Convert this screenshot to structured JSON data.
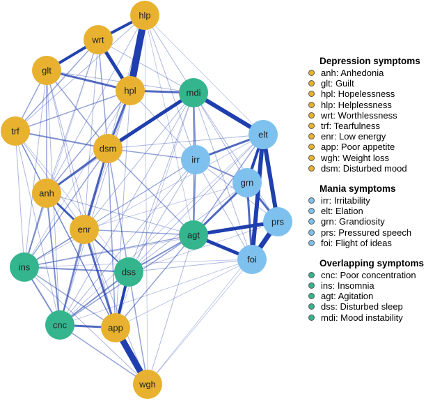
{
  "colors": {
    "depression": "#E8B230",
    "mania": "#7EC1EE",
    "overlapping": "#35B58D",
    "edge": "#1F3FAE"
  },
  "nodes": [
    {
      "id": "hlp",
      "group": "depression"
    },
    {
      "id": "wrt",
      "group": "depression"
    },
    {
      "id": "glt",
      "group": "depression"
    },
    {
      "id": "hpl",
      "group": "depression"
    },
    {
      "id": "trf",
      "group": "depression"
    },
    {
      "id": "dsm",
      "group": "depression"
    },
    {
      "id": "anh",
      "group": "depression"
    },
    {
      "id": "enr",
      "group": "depression"
    },
    {
      "id": "app",
      "group": "depression"
    },
    {
      "id": "wgh",
      "group": "depression"
    },
    {
      "id": "mdi",
      "group": "overlapping"
    },
    {
      "id": "agt",
      "group": "overlapping"
    },
    {
      "id": "ins",
      "group": "overlapping"
    },
    {
      "id": "dss",
      "group": "overlapping"
    },
    {
      "id": "cnc",
      "group": "overlapping"
    },
    {
      "id": "elt",
      "group": "mania"
    },
    {
      "id": "irr",
      "group": "mania"
    },
    {
      "id": "grn",
      "group": "mania"
    },
    {
      "id": "prs",
      "group": "mania"
    },
    {
      "id": "foi",
      "group": "mania"
    }
  ],
  "edges": [
    [
      "hlp",
      "hpl",
      10
    ],
    [
      "hlp",
      "wrt",
      4
    ],
    [
      "wrt",
      "hpl",
      5
    ],
    [
      "wrt",
      "glt",
      4
    ],
    [
      "glt",
      "hpl",
      3
    ],
    [
      "hpl",
      "mdi",
      3
    ],
    [
      "hpl",
      "dsm",
      3
    ],
    [
      "dsm",
      "mdi",
      5
    ],
    [
      "dsm",
      "anh",
      3
    ],
    [
      "dsm",
      "enr",
      3
    ],
    [
      "dsm",
      "trf",
      2
    ],
    [
      "anh",
      "enr",
      3
    ],
    [
      "anh",
      "ins",
      2
    ],
    [
      "enr",
      "app",
      3
    ],
    [
      "enr",
      "dss",
      2
    ],
    [
      "app",
      "wgh",
      9
    ],
    [
      "app",
      "dss",
      4
    ],
    [
      "cnc",
      "app",
      3
    ],
    [
      "cnc",
      "dss",
      2
    ],
    [
      "ins",
      "cnc",
      2
    ],
    [
      "ins",
      "dss",
      2
    ],
    [
      "mdi",
      "elt",
      6
    ],
    [
      "mdi",
      "irr",
      2
    ],
    [
      "irr",
      "elt",
      3
    ],
    [
      "irr",
      "agt",
      2
    ],
    [
      "irr",
      "grn",
      2
    ],
    [
      "agt",
      "prs",
      5
    ],
    [
      "agt",
      "foi",
      5
    ],
    [
      "agt",
      "grn",
      3
    ],
    [
      "elt",
      "grn",
      4
    ],
    [
      "elt",
      "prs",
      6
    ],
    [
      "elt",
      "foi",
      6
    ],
    [
      "grn",
      "foi",
      3
    ],
    [
      "prs",
      "foi",
      7
    ],
    [
      "grn",
      "prs",
      3
    ],
    [
      "agt",
      "dss",
      2
    ],
    [
      "dss",
      "app",
      2
    ],
    [
      "agt",
      "app",
      1.5
    ],
    [
      "mdi",
      "agt",
      1.5
    ],
    [
      "irr",
      "dsm",
      1.5
    ],
    [
      "hlp",
      "mdi",
      1
    ],
    [
      "hlp",
      "dsm",
      1
    ],
    [
      "hlp",
      "trf",
      1
    ],
    [
      "hlp",
      "glt",
      1
    ],
    [
      "hlp",
      "anh",
      1
    ],
    [
      "hlp",
      "irr",
      1
    ],
    [
      "hlp",
      "elt",
      0.8
    ],
    [
      "hlp",
      "agt",
      0.8
    ],
    [
      "wrt",
      "trf",
      1.5
    ],
    [
      "wrt",
      "dsm",
      1.5
    ],
    [
      "wrt",
      "mdi",
      1
    ],
    [
      "wrt",
      "anh",
      1
    ],
    [
      "wrt",
      "enr",
      1
    ],
    [
      "wrt",
      "ins",
      0.8
    ],
    [
      "glt",
      "trf",
      1.5
    ],
    [
      "glt",
      "dsm",
      1.5
    ],
    [
      "glt",
      "anh",
      1.5
    ],
    [
      "glt",
      "enr",
      1
    ],
    [
      "glt",
      "mdi",
      1
    ],
    [
      "glt",
      "ins",
      1
    ],
    [
      "glt",
      "cnc",
      1
    ],
    [
      "hpl",
      "trf",
      1.5
    ],
    [
      "hpl",
      "anh",
      1.5
    ],
    [
      "hpl",
      "enr",
      1
    ],
    [
      "hpl",
      "irr",
      1
    ],
    [
      "hpl",
      "ins",
      0.8
    ],
    [
      "hpl",
      "cnc",
      1
    ],
    [
      "trf",
      "anh",
      1.5
    ],
    [
      "trf",
      "enr",
      1
    ],
    [
      "trf",
      "ins",
      1
    ],
    [
      "trf",
      "cnc",
      1
    ],
    [
      "trf",
      "dss",
      0.8
    ],
    [
      "trf",
      "app",
      1
    ],
    [
      "dsm",
      "ins",
      1.5
    ],
    [
      "dsm",
      "cnc",
      1.5
    ],
    [
      "dsm",
      "dss",
      1.5
    ],
    [
      "dsm",
      "app",
      1.5
    ],
    [
      "dsm",
      "agt",
      1.5
    ],
    [
      "anh",
      "cnc",
      2
    ],
    [
      "anh",
      "dss",
      1.5
    ],
    [
      "anh",
      "app",
      1.5
    ],
    [
      "anh",
      "agt",
      1
    ],
    [
      "anh",
      "mdi",
      1
    ],
    [
      "enr",
      "ins",
      1.5
    ],
    [
      "enr",
      "cnc",
      2
    ],
    [
      "enr",
      "agt",
      1.5
    ],
    [
      "enr",
      "wgh",
      1
    ],
    [
      "enr",
      "mdi",
      1
    ],
    [
      "ins",
      "app",
      1.5
    ],
    [
      "ins",
      "wgh",
      1
    ],
    [
      "cnc",
      "wgh",
      1.5
    ],
    [
      "dss",
      "wgh",
      1.5
    ],
    [
      "mdi",
      "grn",
      1
    ],
    [
      "mdi",
      "foi",
      1
    ],
    [
      "mdi",
      "prs",
      1
    ],
    [
      "mdi",
      "cnc",
      1
    ],
    [
      "mdi",
      "dss",
      1
    ],
    [
      "mdi",
      "app",
      0.8
    ],
    [
      "irr",
      "foi",
      1
    ],
    [
      "irr",
      "prs",
      1
    ],
    [
      "irr",
      "cnc",
      1
    ],
    [
      "irr",
      "dss",
      1
    ],
    [
      "irr",
      "enr",
      1
    ],
    [
      "irr",
      "ins",
      0.8
    ],
    [
      "agt",
      "ins",
      1.5
    ],
    [
      "agt",
      "cnc",
      1.5
    ],
    [
      "agt",
      "wgh",
      1
    ],
    [
      "agt",
      "elt",
      1.5
    ],
    [
      "dss",
      "foi",
      1
    ],
    [
      "dss",
      "prs",
      0.8
    ],
    [
      "app",
      "foi",
      0.8
    ],
    [
      "cnc",
      "foi",
      0.8
    ],
    [
      "wgh",
      "foi",
      0.8
    ],
    [
      "wgh",
      "prs",
      0.8
    ],
    [
      "ins",
      "foi",
      0.8
    ],
    [
      "elt",
      "dsm",
      1
    ],
    [
      "elt",
      "dss",
      1
    ],
    [
      "elt",
      "cnc",
      0.8
    ],
    [
      "elt",
      "ins",
      0.8
    ],
    [
      "grn",
      "dss",
      1
    ],
    [
      "grn",
      "enr",
      0.8
    ],
    [
      "prs",
      "ins",
      0.8
    ],
    [
      "hlp",
      "wgh",
      0.8
    ],
    [
      "hpl",
      "app",
      1
    ],
    [
      "glt",
      "app",
      1
    ]
  ],
  "legend": [
    {
      "title": "Depression symptoms",
      "group": "depression",
      "items": [
        "anh: Anhedonia",
        "glt: Guilt",
        "hpl: Hopelessness",
        "hlp: Helplessness",
        "wrt: Worthlessness",
        "trf: Tearfulness",
        "enr: Low energy",
        "app: Poor appetite",
        "wgh: Weight loss",
        "dsm: Disturbed mood"
      ]
    },
    {
      "title": "Mania symptoms",
      "group": "mania",
      "items": [
        "irr: Irritability",
        "elt: Elation",
        "grn: Grandiosity",
        "prs: Pressured speech",
        "foi: Flight of ideas"
      ]
    },
    {
      "title": "Overlapping symptoms",
      "group": "overlapping",
      "items": [
        "cnc: Poor concentration",
        "ins: Insomnia",
        "agt: Agitation",
        "dss: Disturbed sleep",
        "mdi: Mood instability"
      ]
    }
  ]
}
